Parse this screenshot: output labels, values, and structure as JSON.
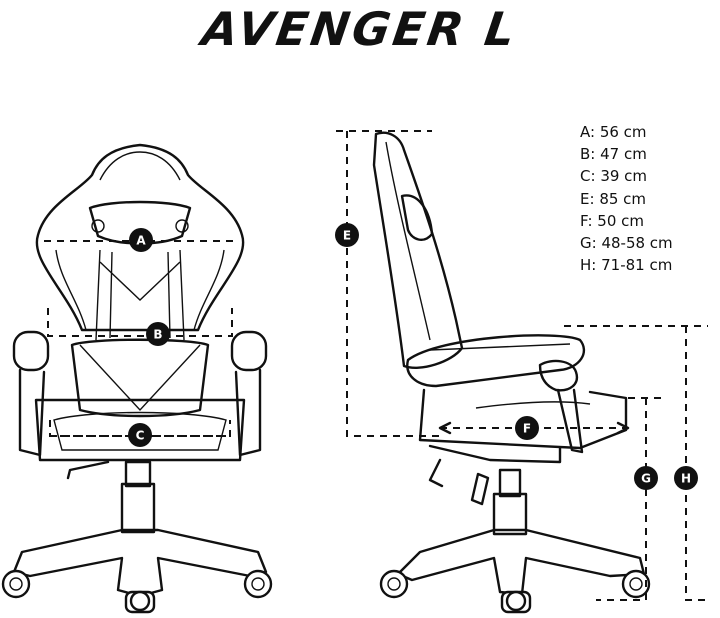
{
  "title": "AVENGER L",
  "specs": [
    {
      "label": "A",
      "value": "56 cm"
    },
    {
      "label": "B",
      "value": "47 cm"
    },
    {
      "label": "C",
      "value": "39 cm"
    },
    {
      "label": "E",
      "value": "85 cm"
    },
    {
      "label": "F",
      "value": "50 cm"
    },
    {
      "label": "G",
      "value": "48-58 cm"
    },
    {
      "label": "H",
      "value": "71-81 cm"
    }
  ],
  "markers": {
    "a": "A",
    "b": "B",
    "c": "C",
    "e": "E",
    "f": "F",
    "g": "G",
    "h": "H"
  }
}
